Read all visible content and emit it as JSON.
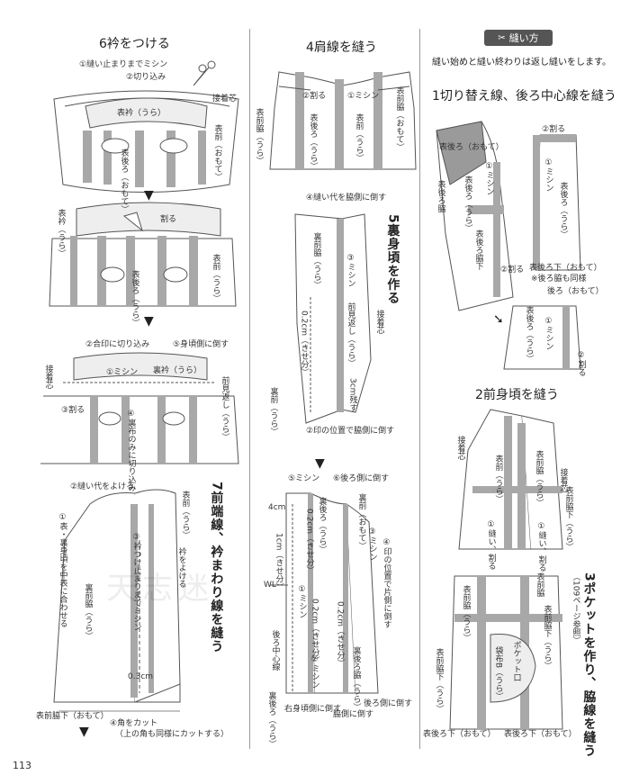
{
  "page_number": "113",
  "watermark": "天志迷",
  "col1": {
    "title": "6衿をつける",
    "f1": {
      "l1": "①縫い止まりまでミシン",
      "l2": "②切り込み",
      "l3": "接着芯",
      "l4": "表衿（うら）",
      "l5": "表前（おもて）",
      "l6": "表後ろ（おもて）"
    },
    "f2": {
      "l1": "表衿（うら）",
      "l2": "割る",
      "l3": "表前（うら）",
      "l4": "表後ろ（うら）"
    },
    "f3": {
      "l1": "②合印に切り込み",
      "l2": "⑤身頃側に倒す",
      "l3": "接着芯",
      "l4": "①ミシン",
      "l5": "裏衿（うら）",
      "l6": "前見返し（うら）",
      "l7": "③割る",
      "l8": "④裏布のみに切り込み"
    },
    "f4_title": "7前端線、衿まわり線を縫う",
    "f4": {
      "l1": "②縫い代をよける",
      "l2": "表前（うら）",
      "l3": "①表・裏身頃を中表に合わせる",
      "l4": "衿をよける",
      "l5": "③衿つけ止まりまでミシン",
      "l6": "裏前脇（うら）",
      "l7": "0.3cm",
      "l8": "表前脇下（おもて）",
      "l9": "④角をカット",
      "l10": "（上の角も同様にカットする）"
    }
  },
  "col2": {
    "title": "4肩線を縫う",
    "f1": {
      "l1": "②割る",
      "l2": "①ミシン",
      "l3": "表前脇（おもて）",
      "l4": "表前脇（うら）",
      "l5": "表後ろ（うら）",
      "l6": "表前（うら）"
    },
    "f2_title": "5裏身頃を作る",
    "f2": {
      "l1": "④縫い代を脇側に倒す",
      "l2": "裏前脇（うら）",
      "l3": "③ミシン",
      "l4": "前見返し（うら）",
      "l5": "接着芯",
      "l6": "0.2cm（きせ分）",
      "l7": "3cm残す",
      "l8": "裏前（うら）",
      "l9": "②印の位置で脇側に倒す"
    },
    "f3": {
      "l1": "⑤ミシン",
      "l2": "⑥後ろ側に倒す",
      "l3": "裏後ろ（うら）",
      "l4": "裏前（おもて）",
      "l5": "4cm",
      "l6": "0.2cm（きせ分）",
      "l7": "1cm（きせ分）",
      "l8": "③ミシン",
      "l9": "④印の位置で片側に倒す",
      "l10": "WL",
      "l11": "①ミシン",
      "l12": "0.2cm（きせ分）",
      "l13": "0.2cm（きせ分）",
      "l14": "後ろ中心線",
      "l15": "②ミシン",
      "l16": "裏後ろ脇（うら）",
      "l17": "裏後ろ（うら）",
      "l18": "右身頃側に倒す",
      "l19": "脇側に倒す",
      "l20": "後ろ側に倒す"
    }
  },
  "col3": {
    "badge": "縫い方",
    "note": "縫い始めと縫い終わりは返し縫いをします。",
    "s1_title": "1切り替え線、後ろ中心線を縫う",
    "s1": {
      "l1": "表後ろ（おもて）",
      "l2": "表後ろ脇",
      "l3": "①ミシン",
      "l4": "表後ろ（うら）",
      "l5": "表後ろ脇下",
      "l6": "②割る",
      "l7": "②割る",
      "l8": "①ミシン",
      "l9": "表後ろ（うら）",
      "l10": "表後ろ下（おもて）",
      "l11": "※後ろ脇も同様",
      "l12": "後ろ（おもて）",
      "l13": "表後ろ（うら）",
      "l14": "①ミシン",
      "l15": "②割る"
    },
    "s2_title": "2前身頃を縫う",
    "s2": {
      "l1": "接着芯",
      "l2": "表前（うら）",
      "l3": "表前脇（うら）",
      "l4": "表前脇下（うら）",
      "l5": "①縫い、割る",
      "l6": "①縫い、割る",
      "l7": "接着芯"
    },
    "s3_title": "3ポケットを作り、脇線を縫う",
    "s3_ref": "（109ページ参照）",
    "s3": {
      "l1": "表前脇",
      "l2": "表前脇（うら）",
      "l3": "表前脇下（うら）",
      "l4": "ポケット口",
      "l5": "袋布B（うら）",
      "l6": "表前脇下（うら）",
      "l7": "表後ろ下（おもて）",
      "l8": "表後ろ下（おもて）"
    }
  }
}
